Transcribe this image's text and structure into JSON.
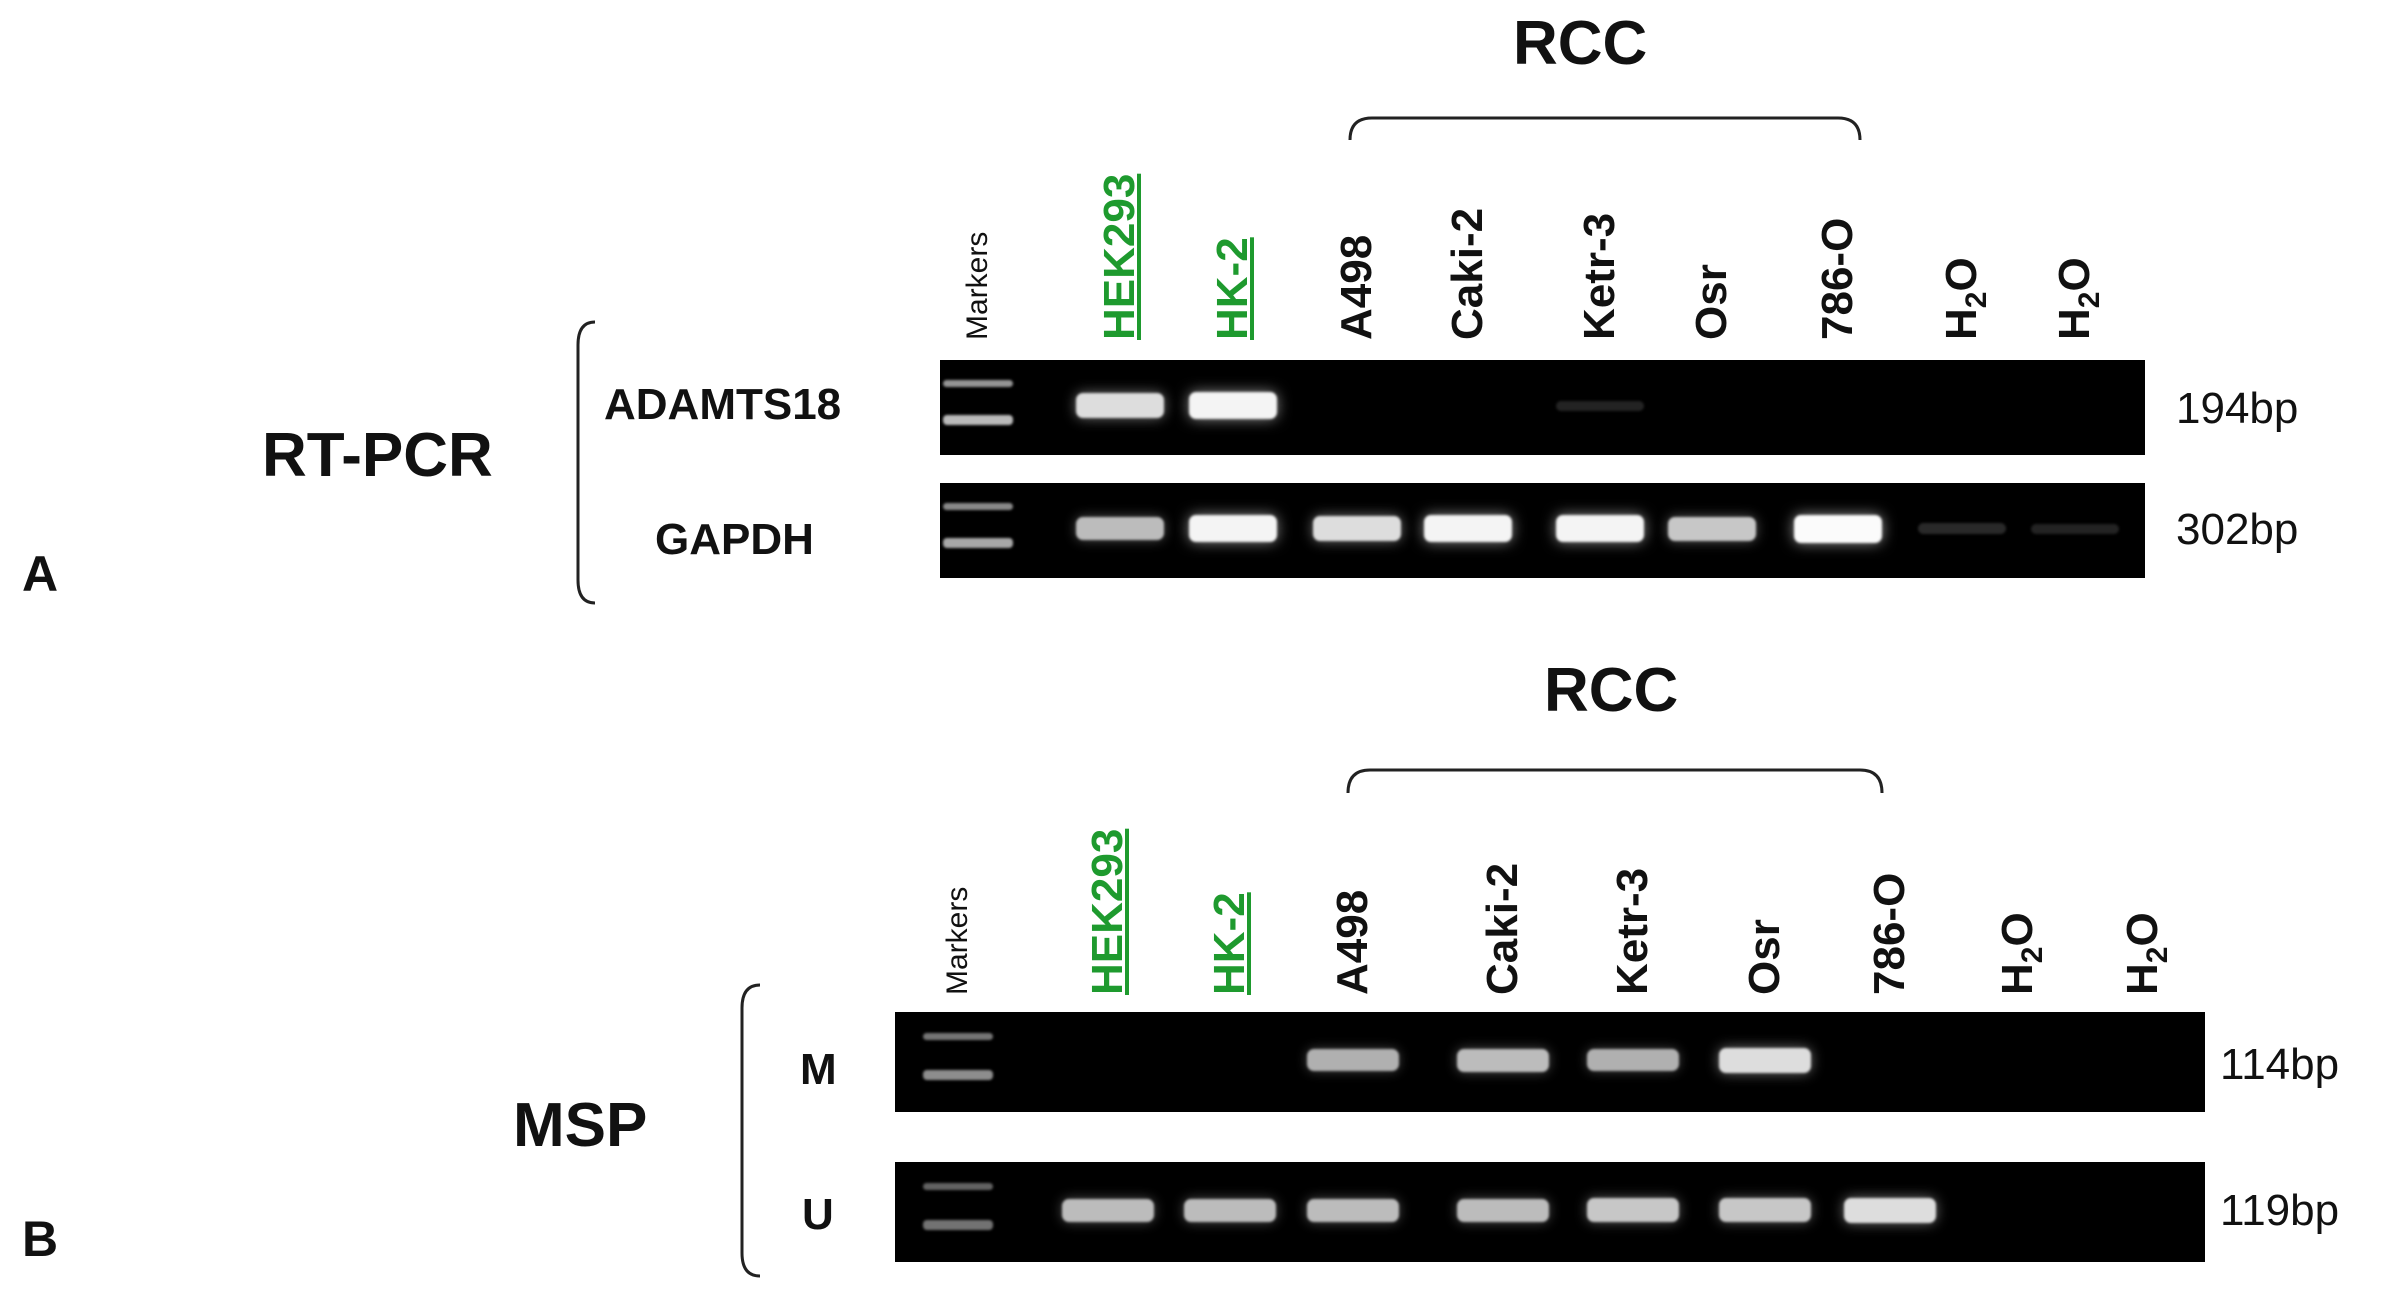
{
  "panels": [
    {
      "letter": "A",
      "method": "RT-PCR",
      "group_label": "RCC",
      "lanes": [
        {
          "label": "Markers",
          "kind": "markers"
        },
        {
          "label": "HEK293",
          "kind": "control"
        },
        {
          "label": "HK-2",
          "kind": "control"
        },
        {
          "label": "A498",
          "kind": "rcc"
        },
        {
          "label": "Caki-2",
          "kind": "rcc"
        },
        {
          "label": "Ketr-3",
          "kind": "rcc"
        },
        {
          "label": "Osr",
          "kind": "rcc"
        },
        {
          "label": "786-O",
          "kind": "rcc"
        },
        {
          "label": "H",
          "sub": "2",
          "tail": "O",
          "kind": "water"
        },
        {
          "label": "H",
          "sub": "2",
          "tail": "O",
          "kind": "water"
        }
      ],
      "rows": [
        {
          "label": "ADAMTS18",
          "size": "194bp",
          "band_intensity": [
            0.7,
            0.85,
            0.95,
            0,
            0,
            0.02,
            0,
            0,
            0,
            0
          ]
        },
        {
          "label": "GAPDH",
          "size": "302bp",
          "band_intensity": [
            0.6,
            0.7,
            0.95,
            0.85,
            0.95,
            0.95,
            0.75,
            0.98,
            0.05,
            0.02
          ]
        }
      ]
    },
    {
      "letter": "B",
      "method": "MSP",
      "group_label": "RCC",
      "lanes": [
        {
          "label": "Markers",
          "kind": "markers"
        },
        {
          "label": "HEK293",
          "kind": "control"
        },
        {
          "label": "HK-2",
          "kind": "control"
        },
        {
          "label": "A498",
          "kind": "rcc"
        },
        {
          "label": "Caki-2",
          "kind": "rcc"
        },
        {
          "label": "Ketr-3",
          "kind": "rcc"
        },
        {
          "label": "Osr",
          "kind": "rcc"
        },
        {
          "label": "786-O",
          "kind": "rcc"
        },
        {
          "label": "H",
          "sub": "2",
          "tail": "O",
          "kind": "water"
        },
        {
          "label": "H",
          "sub": "2",
          "tail": "O",
          "kind": "water"
        }
      ],
      "rows": [
        {
          "label": "M",
          "size": "114bp",
          "band_intensity": [
            0.45,
            0,
            0,
            0.65,
            0.7,
            0.65,
            0.85,
            0,
            0,
            0
          ]
        },
        {
          "label": "U",
          "size": "119bp",
          "band_intensity": [
            0.3,
            0.7,
            0.7,
            0.7,
            0.7,
            0.75,
            0.75,
            0.85,
            0,
            0
          ]
        }
      ]
    }
  ]
}
